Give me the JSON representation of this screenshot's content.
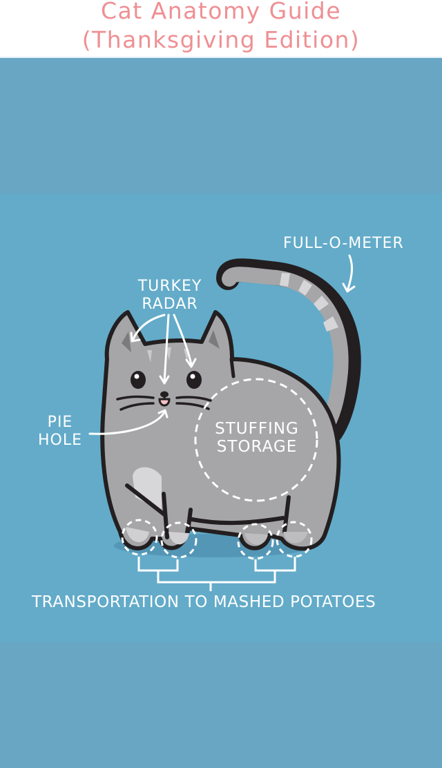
{
  "header": {
    "title_line1": "Cat Anatomy Guide",
    "title_line2": "(Thanksgiving Edition)"
  },
  "labels": {
    "full_o_meter": "FULL-O-METER",
    "turkey_radar": [
      "TURKEY",
      "RADAR"
    ],
    "pie_hole": [
      "PIE",
      "HOLE"
    ],
    "stuffing_storage": [
      "STUFFING",
      "STORAGE"
    ],
    "transportation": "TRANSPORTATION TO MASHED POTATOES"
  },
  "annotations": {
    "full_o_meter_target": "tail",
    "turkey_radar_targets": [
      "left-ear",
      "nose",
      "right-eye"
    ],
    "pie_hole_target": "mouth",
    "stuffing_storage_target": "belly",
    "transportation_targets": [
      "paw-front-left",
      "paw-front-right",
      "paw-back-left",
      "paw-back-right"
    ]
  },
  "colors": {
    "title_pink": "#ef8f93",
    "background_blue": "#63abc9",
    "band_blue": "#68a6c4",
    "cat_gray": "#a6a6a8",
    "cat_light_gray": "#d4d4d6",
    "outline": "#231f20",
    "label_white": "#ffffff",
    "mouth_pink": "#f4c2c7"
  }
}
